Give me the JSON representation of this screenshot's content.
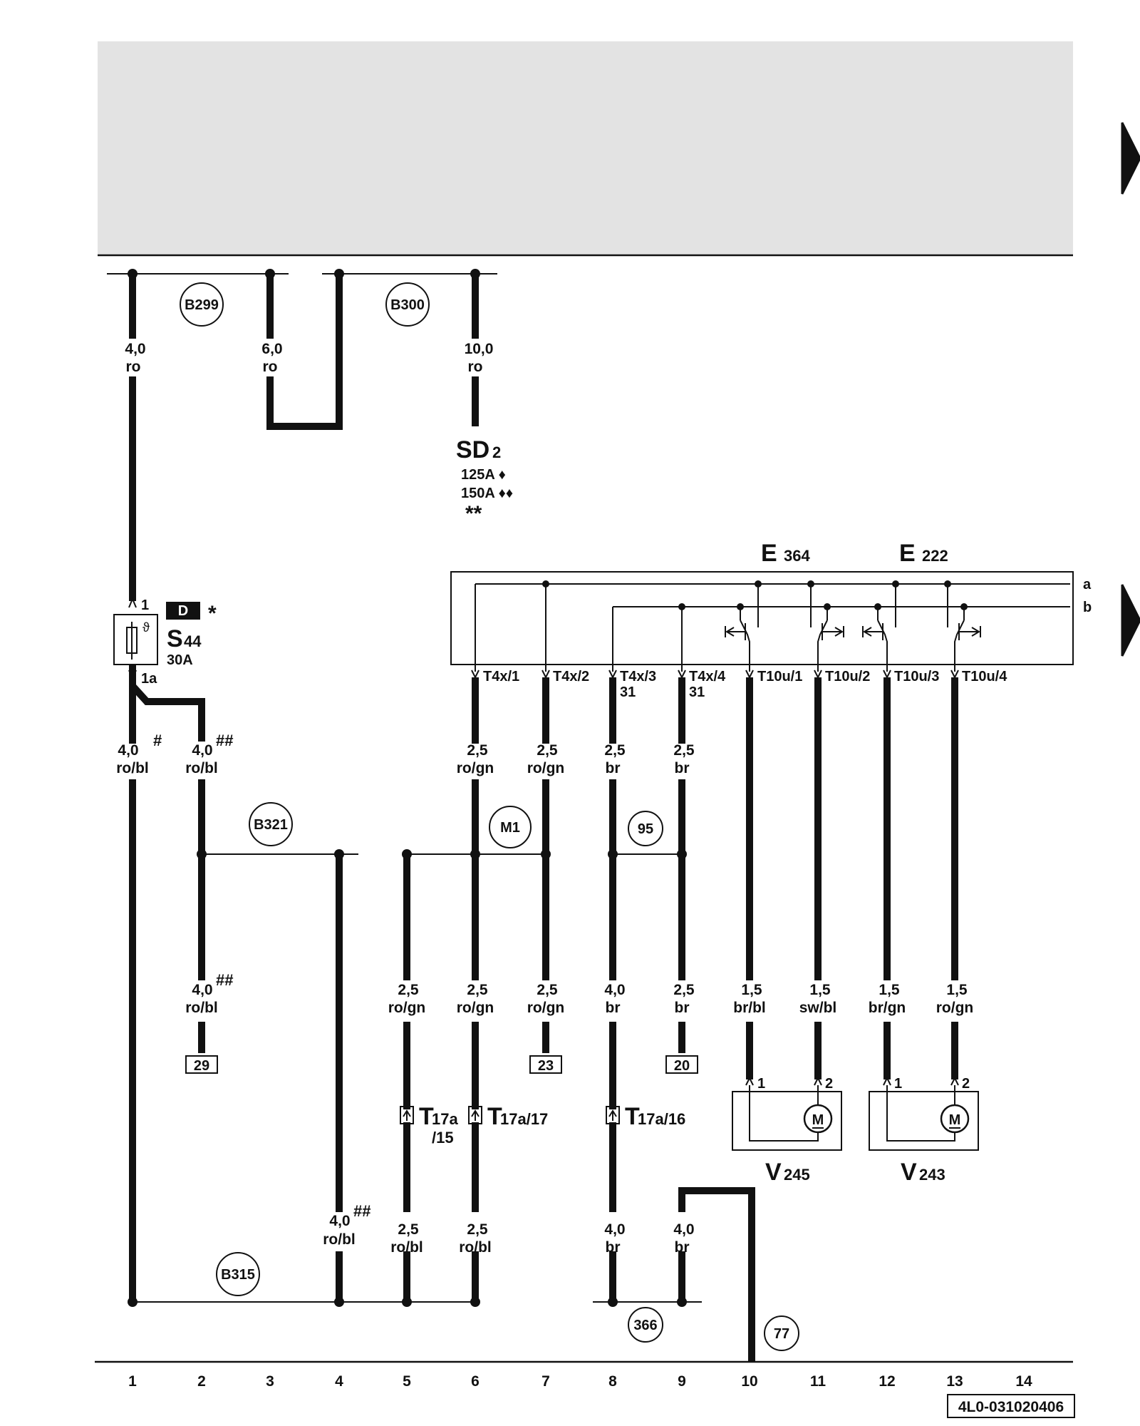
{
  "doc_id": "4L0-031020406",
  "grid": [
    "1",
    "2",
    "3",
    "4",
    "5",
    "6",
    "7",
    "8",
    "9",
    "10",
    "11",
    "12",
    "13",
    "14"
  ],
  "rails": [
    "a",
    "b"
  ],
  "components": {
    "sd": {
      "name": "SD",
      "sub": "2",
      "r1": "125A ♦",
      "r2": "150A ♦♦",
      "note": "**"
    },
    "s44": {
      "name": "S",
      "sub": "44",
      "rating": "30A",
      "badge": "D",
      "star": "*",
      "pin_top": "1",
      "pin_bot": "1a",
      "theta": "ϑ"
    },
    "e364": {
      "name": "E",
      "sub": "364"
    },
    "e222": {
      "name": "E",
      "sub": "222"
    },
    "v245": {
      "name": "V",
      "sub": "245",
      "pin1": "1",
      "pin2": "2",
      "motor": "M"
    },
    "v243": {
      "name": "V",
      "sub": "243",
      "pin1": "1",
      "pin2": "2",
      "motor": "M"
    }
  },
  "connectors": {
    "t4x1": "T4x/1",
    "t4x2": "T4x/2",
    "t4x3": "T4x/3",
    "t4x4": "T4x/4",
    "t4x3b": "31",
    "t4x4b": "31",
    "t10u1": "T10u/1",
    "t10u2": "T10u/2",
    "t10u3": "T10u/3",
    "t10u4": "T10u/4",
    "t17a15a": "T",
    "t17a15s": "17a",
    "t17a15b": "/15",
    "t17a17a": "T",
    "t17a17s": "17a/17",
    "t17a16a": "T",
    "t17a16s": "17a/16"
  },
  "refs": {
    "r29": "29",
    "r23": "23",
    "r20": "20"
  },
  "circles": {
    "b299": "B299",
    "b300": "B300",
    "b321": "B321",
    "b315": "B315",
    "m1": "M1",
    "c95": "95",
    "c366": "366",
    "c77": "77"
  },
  "wires": {
    "w1a": {
      "size": "4,0",
      "color": "ro"
    },
    "w3a": {
      "size": "6,0",
      "color": "ro"
    },
    "w6a": {
      "size": "10,0",
      "color": "ro"
    },
    "w1b": {
      "size": "4,0",
      "color": "ro/bl",
      "mark": "#"
    },
    "w2b": {
      "size": "4,0",
      "color": "ro/bl",
      "mark": "##"
    },
    "w6b": {
      "size": "2,5",
      "color": "ro/gn"
    },
    "w7b": {
      "size": "2,5",
      "color": "ro/gn"
    },
    "w8b": {
      "size": "2,5",
      "color": "br"
    },
    "w9b": {
      "size": "2,5",
      "color": "br"
    },
    "w2c": {
      "size": "4,0",
      "color": "ro/bl",
      "mark": "##"
    },
    "w5c": {
      "size": "2,5",
      "color": "ro/gn"
    },
    "w6c": {
      "size": "2,5",
      "color": "ro/gn"
    },
    "w7c": {
      "size": "2,5",
      "color": "ro/gn"
    },
    "w8c": {
      "size": "4,0",
      "color": "br"
    },
    "w9c": {
      "size": "2,5",
      "color": "br"
    },
    "w10c": {
      "size": "1,5",
      "color": "br/bl"
    },
    "w11c": {
      "size": "1,5",
      "color": "sw/bl"
    },
    "w12c": {
      "size": "1,5",
      "color": "br/gn"
    },
    "w13c": {
      "size": "1,5",
      "color": "ro/gn"
    },
    "w4d": {
      "size": "4,0",
      "color": "ro/bl",
      "mark": "##"
    },
    "w5d": {
      "size": "2,5",
      "color": "ro/bl"
    },
    "w6d": {
      "size": "2,5",
      "color": "ro/bl"
    },
    "w8d": {
      "size": "4,0",
      "color": "br"
    },
    "w9d": {
      "size": "4,0",
      "color": "br"
    }
  }
}
